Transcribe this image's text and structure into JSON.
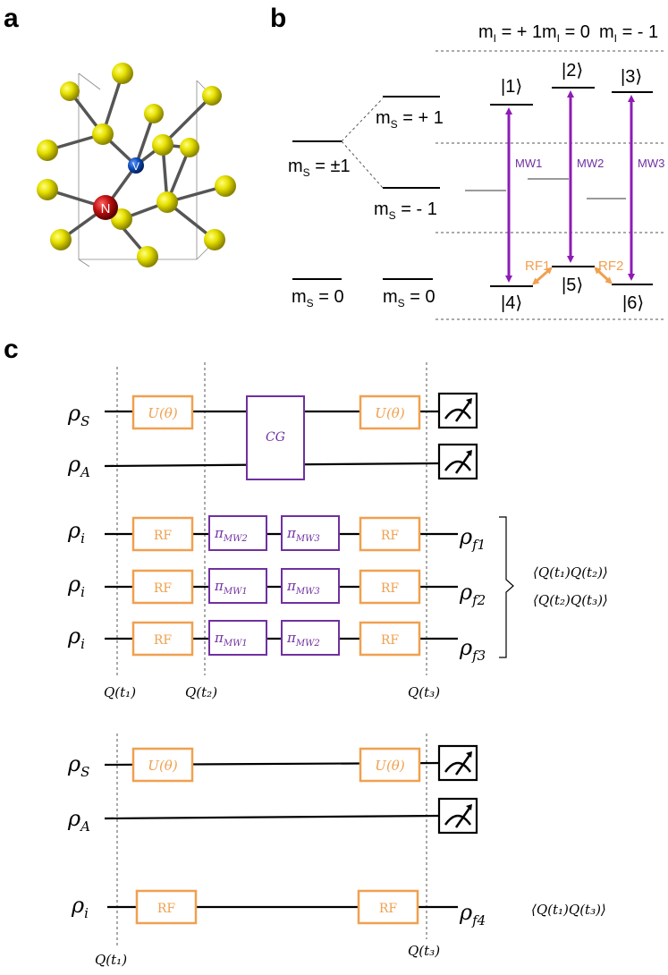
{
  "panels": {
    "a": "a",
    "b": "b",
    "c": "c"
  },
  "panel_a": {
    "atom_n": "N",
    "atom_v": "V"
  },
  "panel_b": {
    "nuclear_header": "mₗ = + 1  mₗ = 0  mₗ = - 1",
    "header_parts": [
      {
        "base": "m",
        "sub": "I",
        "rest": " = + 1"
      },
      {
        "base": "m",
        "sub": "I",
        "rest": " = 0"
      },
      {
        "base": "m",
        "sub": "I",
        "rest": " = - 1"
      }
    ],
    "levels": {
      "ms_pm1": {
        "base": "m",
        "sub": "S",
        "rest": " = ±1"
      },
      "ms_plus1": {
        "base": "m",
        "sub": "S",
        "rest": " = + 1"
      },
      "ms_minus1": {
        "base": "m",
        "sub": "S",
        "rest": " = - 1"
      },
      "ms_0_left": {
        "base": "m",
        "sub": "S",
        "rest": " = 0"
      },
      "ms_0_right": {
        "base": "m",
        "sub": "S",
        "rest": " = 0"
      }
    },
    "kets": [
      "|1⟩",
      "|2⟩",
      "|3⟩",
      "|4⟩",
      "|5⟩",
      "|6⟩"
    ],
    "transitions": [
      "MW1",
      "MW2",
      "MW3",
      "RF1",
      "RF2"
    ],
    "colors": {
      "mw": "#8e1bb5",
      "rf": "#f0a050",
      "gray_level": "#9a9a9a"
    }
  },
  "panel_c": {
    "top": {
      "rho_s": {
        "base": "ρ",
        "sub": "S"
      },
      "rho_a": {
        "base": "ρ",
        "sub": "A"
      },
      "u_gate": "U(θ)",
      "cg_gate": "CG",
      "rows": [
        {
          "in_base": "ρ",
          "in_sub": "i",
          "gates": [
            "RF",
            "π",
            "π",
            "RF"
          ],
          "pi_subs": [
            "MW2",
            "MW3"
          ],
          "out_base": "ρ",
          "out_sub": "f1"
        },
        {
          "in_base": "ρ",
          "in_sub": "i",
          "gates": [
            "RF",
            "π",
            "π",
            "RF"
          ],
          "pi_subs": [
            "MW1",
            "MW3"
          ],
          "out_base": "ρ",
          "out_sub": "f2"
        },
        {
          "in_base": "ρ",
          "in_sub": "i",
          "gates": [
            "RF",
            "π",
            "π",
            "RF"
          ],
          "pi_subs": [
            "MW1",
            "MW2"
          ],
          "out_base": "ρ",
          "out_sub": "f3"
        }
      ],
      "correlators": [
        "⟨Q(t₁)Q(t₂)⟩",
        "⟨Q(t₂)Q(t₃)⟩"
      ],
      "times": [
        "Q(t₁)",
        "Q(t₂)",
        "Q(t₃)"
      ]
    },
    "bottom": {
      "rho_s": {
        "base": "ρ",
        "sub": "S"
      },
      "rho_a": {
        "base": "ρ",
        "sub": "A"
      },
      "u_gate": "U(θ)",
      "row": {
        "in_base": "ρ",
        "in_sub": "i",
        "gate": "RF",
        "out_base": "ρ",
        "out_sub": "f4"
      },
      "correlator": "⟨Q(t₁)Q(t₃)⟩",
      "times": [
        "Q(t₁)",
        "Q(t₃)"
      ]
    },
    "colors": {
      "gate_orange": "#f0a050",
      "gate_purple": "#7030a0"
    }
  }
}
